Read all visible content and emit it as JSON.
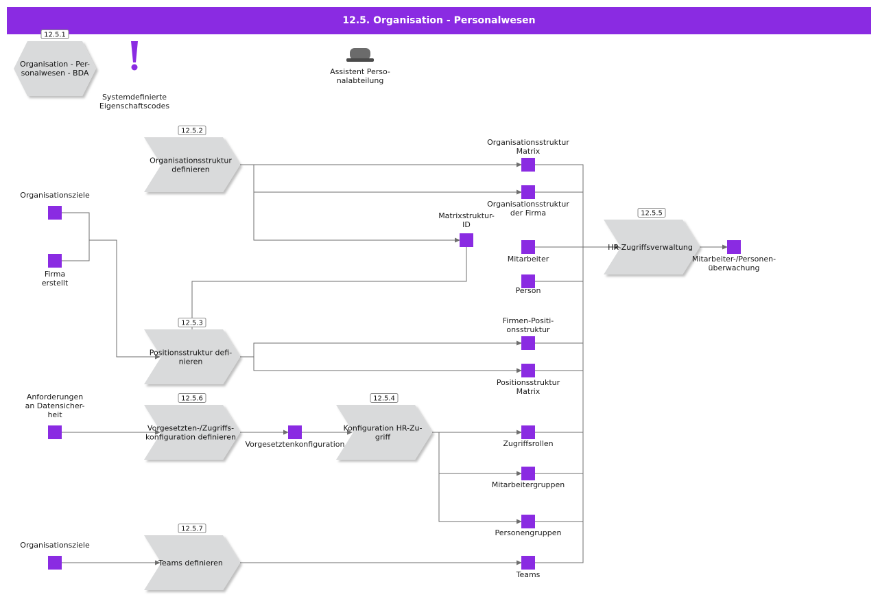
{
  "header": {
    "title": "12.5. Organisation - Personalwesen"
  },
  "colors": {
    "header_bg": "#8a2be2",
    "data_square": "#8a2be2",
    "process_fill": "#d9dadb",
    "line": "#6e6e6e"
  },
  "top": {
    "hex_badge": "12.5.1",
    "hex_label_lines": [
      "Organisation - Per-",
      "sonalwesen - BDA"
    ],
    "exclaim_icon": "exclamation-icon",
    "exclaim_label_lines": [
      "Systemdefinierte",
      "Eigenschaftscodes"
    ],
    "role_icon": "role-hat-icon",
    "role_label_lines": [
      "Assistent Perso-",
      "nalabteilung"
    ]
  },
  "processes": [
    {
      "id": "p252",
      "badge": "12.5.2",
      "lines": [
        "Organisationsstruktur",
        "definieren"
      ]
    },
    {
      "id": "p253",
      "badge": "12.5.3",
      "lines": [
        "Positionsstruktur defi-",
        "nieren"
      ]
    },
    {
      "id": "p256",
      "badge": "12.5.6",
      "lines": [
        "Vorgesetzten-/Zugriffs-",
        "konfiguration definieren"
      ]
    },
    {
      "id": "p254",
      "badge": "12.5.4",
      "lines": [
        "Konfiguration HR-Zu-",
        "griff"
      ]
    },
    {
      "id": "p257",
      "badge": "12.5.7",
      "lines": [
        "Teams definieren"
      ]
    },
    {
      "id": "p255",
      "badge": "12.5.5",
      "lines": [
        "HR-Zugriffsverwaltung"
      ]
    }
  ],
  "data_objects": [
    {
      "id": "d_orgziele1",
      "lines": [
        "Organisationsziele"
      ]
    },
    {
      "id": "d_firma",
      "lines": [
        "Firma",
        "erstellt"
      ]
    },
    {
      "id": "d_anford",
      "lines": [
        "Anforderungen",
        "an Datensicher-",
        "heit"
      ]
    },
    {
      "id": "d_orgziele2",
      "lines": [
        "Organisationsziele"
      ]
    },
    {
      "id": "d_osmatrix",
      "lines": [
        "Organisationsstruktur",
        "Matrix"
      ]
    },
    {
      "id": "d_osfirma",
      "lines": [
        "Organisationsstruktur",
        "der Firma"
      ]
    },
    {
      "id": "d_matrixid",
      "lines": [
        "Matrixstruktur-",
        "ID"
      ]
    },
    {
      "id": "d_mitarbeiter",
      "lines": [
        "Mitarbeiter"
      ]
    },
    {
      "id": "d_person",
      "lines": [
        "Person"
      ]
    },
    {
      "id": "d_firmenpos",
      "lines": [
        "Firmen-Positi-",
        "onsstruktur"
      ]
    },
    {
      "id": "d_posmatrix",
      "lines": [
        "Positionsstruktur",
        "Matrix"
      ]
    },
    {
      "id": "d_vorgesetzt",
      "lines": [
        "Vorgesetztenkonfiguration"
      ]
    },
    {
      "id": "d_zugriffsrollen",
      "lines": [
        "Zugriffsrollen"
      ]
    },
    {
      "id": "d_mitgruppen",
      "lines": [
        "Mitarbeitergruppen"
      ]
    },
    {
      "id": "d_persgruppen",
      "lines": [
        "Personengruppen"
      ]
    },
    {
      "id": "d_teams",
      "lines": [
        "Teams"
      ]
    },
    {
      "id": "d_ueberw",
      "lines": [
        "Mitarbeiter-/Personen-",
        "überwachung"
      ]
    }
  ]
}
